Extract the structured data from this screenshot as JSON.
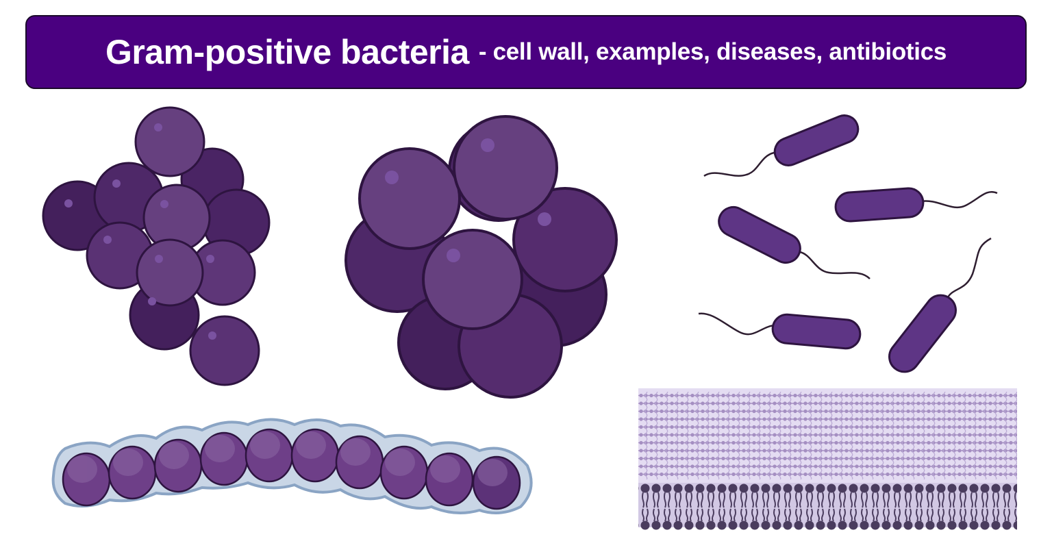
{
  "header": {
    "title": "Gram-positive bacteria",
    "subtitle": "- cell wall, examples, diseases, antibiotics",
    "background_color": "#4a0080",
    "text_color": "#ffffff"
  },
  "illustrations": [
    {
      "name": "staphylococcus-cluster",
      "shape": "grape-like cluster of cocci",
      "count": 12
    },
    {
      "name": "sarcina-cluster",
      "shape": "dense packet of cocci",
      "count": 10
    },
    {
      "name": "bacilli-with-flagella",
      "shape": "rod-shaped bacteria with flagella",
      "count": 5
    },
    {
      "name": "streptococcus-chain",
      "shape": "chain of cocci in capsule",
      "count": 10
    },
    {
      "name": "cell-wall-diagram",
      "shape": "thick peptidoglycan layer above lipid bilayer membrane",
      "peptidoglycan_rows": 12
    }
  ],
  "colors": {
    "cocci_light": "#66407f",
    "cocci_mid": "#552c6e",
    "cocci_dark": "#44205c",
    "outline": "#2e1440",
    "highlight": "#7a52a0",
    "chain_cocci": "#6e3f88",
    "capsule": "#c9d6e6",
    "capsule_edge": "#8aa4c4",
    "rod": "#5e3585",
    "peptidoglycan_bg": "#e4dcf2",
    "peptidoglycan_dot": "#a58fc2",
    "membrane_bg": "#d2c8e4",
    "lipid_head": "#4a3c5e"
  }
}
